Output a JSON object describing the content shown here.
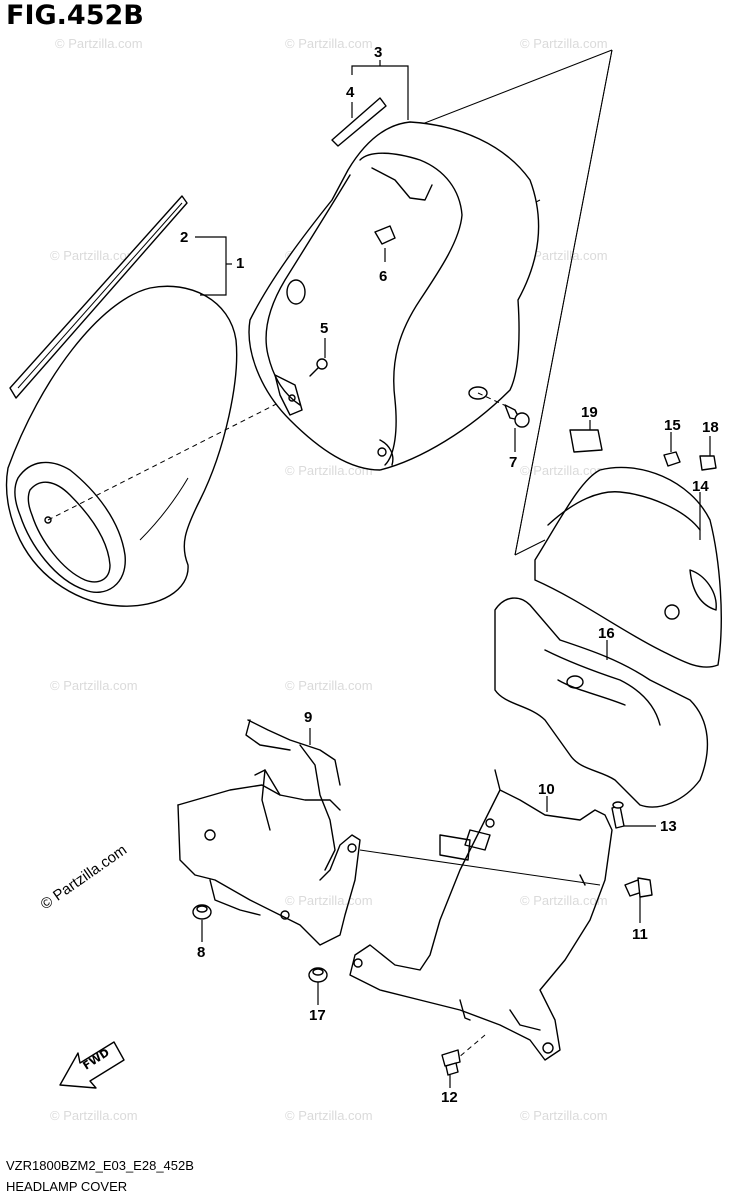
{
  "figure": {
    "title": "FIG.452B",
    "code": "VZR1800BZM2_E03_E28_452B",
    "caption": "HEADLAMP COVER",
    "fwd_label": "FWD",
    "watermark": "© Partzilla.com"
  },
  "parts": [
    {
      "id": "1",
      "label": "1"
    },
    {
      "id": "2",
      "label": "2"
    },
    {
      "id": "3",
      "label": "3"
    },
    {
      "id": "4",
      "label": "4"
    },
    {
      "id": "5",
      "label": "5"
    },
    {
      "id": "6",
      "label": "6"
    },
    {
      "id": "7",
      "label": "7"
    },
    {
      "id": "8",
      "label": "8"
    },
    {
      "id": "9",
      "label": "9"
    },
    {
      "id": "10",
      "label": "10"
    },
    {
      "id": "11",
      "label": "11"
    },
    {
      "id": "12",
      "label": "12"
    },
    {
      "id": "13",
      "label": "13"
    },
    {
      "id": "14",
      "label": "14"
    },
    {
      "id": "15",
      "label": "15"
    },
    {
      "id": "16",
      "label": "16"
    },
    {
      "id": "17",
      "label": "17"
    },
    {
      "id": "18",
      "label": "18"
    },
    {
      "id": "19",
      "label": "19"
    }
  ]
}
